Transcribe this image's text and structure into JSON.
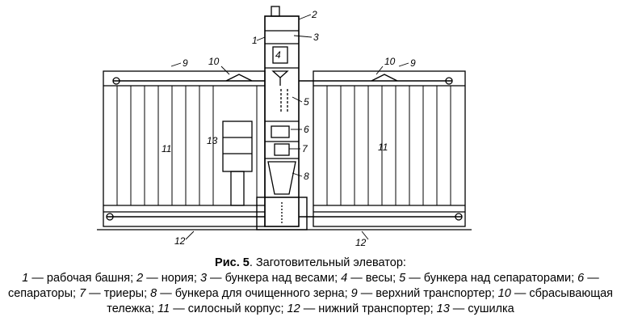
{
  "labels": {
    "l1": "1",
    "l2": "2",
    "l3": "3",
    "l4": "4",
    "l5": "5",
    "l6": "6",
    "l7": "7",
    "l8": "8",
    "l9_left": "9",
    "l9_right": "9",
    "l10_left": "10",
    "l10_right": "10",
    "l11_left": "11",
    "l11_right": "11",
    "l12_left": "12",
    "l12_right": "12",
    "l13": "13"
  },
  "caption": {
    "fig_label": "Рис. 5",
    "fig_title": ". Заготовительный элеватор:",
    "legend": [
      {
        "num": "1",
        "text": " — рабочая башня; "
      },
      {
        "num": "2",
        "text": " — нория; "
      },
      {
        "num": "3",
        "text": " — бункера над весами; "
      },
      {
        "num": "4",
        "text": " — весы; "
      },
      {
        "num": "5",
        "text": " — бункера над сепараторами; "
      },
      {
        "num": "6",
        "text": " — сепараторы; "
      },
      {
        "num": "7",
        "text": " — триеры; "
      },
      {
        "num": "8",
        "text": " — бункера для очищенного зерна; "
      },
      {
        "num": "9",
        "text": " — верхний транспортер; "
      },
      {
        "num": "10",
        "text": " — сбрасывающая тележка; "
      },
      {
        "num": "11",
        "text": " — силосный корпус; "
      },
      {
        "num": "12",
        "text": " — нижний транспортер; "
      },
      {
        "num": "13",
        "text": " — сушилка"
      }
    ]
  }
}
